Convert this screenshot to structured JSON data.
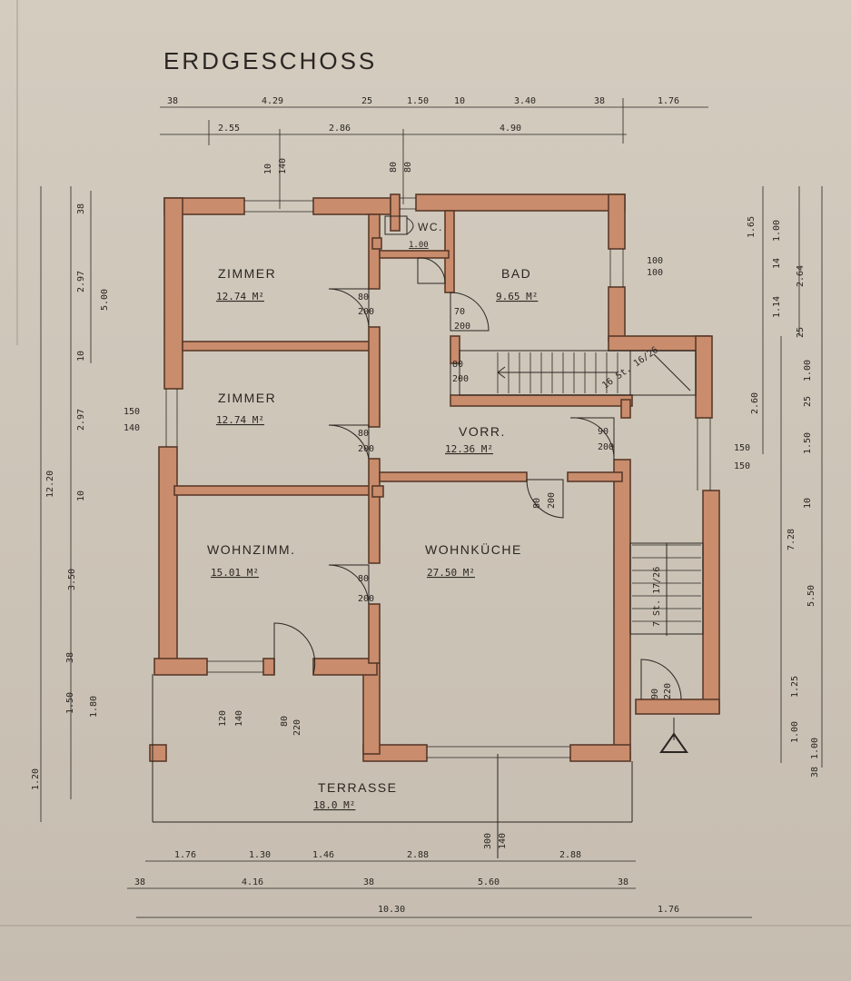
{
  "title": "ERDGESCHOSS",
  "rooms": [
    {
      "name": "ZIMMER",
      "area": "12.74 M²"
    },
    {
      "name": "ZIMMER",
      "area": "12.74 M²"
    },
    {
      "name": "WOHNZIMM.",
      "area": "15.01 M²"
    },
    {
      "name": "WOHNKÜCHE",
      "area": "27.50 M²"
    },
    {
      "name": "BAD",
      "area": "9.65 M²"
    },
    {
      "name": "VORR.",
      "area": "12.36 M²"
    },
    {
      "name": "WC.",
      "area": "1.00"
    },
    {
      "name": "TERRASSE",
      "area": "18.0 M²"
    }
  ],
  "doors": {
    "zimmer1": {
      "w": "80",
      "h": "200"
    },
    "zimmer2": {
      "w": "80",
      "h": "200"
    },
    "bad": {
      "w": "70",
      "h": "200"
    },
    "wohnzimm": {
      "w": "80",
      "h": "200"
    },
    "wohnkueche": {
      "w": "80",
      "h": "200"
    },
    "vorr_right": {
      "w": "90",
      "h": "200"
    },
    "stair_hall": {
      "w": "80",
      "h": "200"
    },
    "entrance": {
      "w": "90",
      "h": "220"
    },
    "terrace": {
      "w": "80",
      "h": "220"
    }
  },
  "windows": {
    "bad_side": {
      "w": "100",
      "h": "100"
    },
    "left_mid": {
      "w": "150",
      "h": "140"
    },
    "right_mid": {
      "w": "150",
      "h": "150"
    },
    "wohnzimm_bottom": {
      "w": "120",
      "h": "140"
    },
    "kueche_bottom": {
      "w": "300",
      "h": "140"
    }
  },
  "stairs": {
    "upper": "16 St. 16/26",
    "lower": "7 St. 17/26"
  },
  "top_dims_row1": [
    "38",
    "4.29",
    "25",
    "1.50",
    "10",
    "3.40",
    "38",
    "1.76"
  ],
  "top_dims_row2": [
    "2.55",
    "2.86",
    "4.90"
  ],
  "bottom_dims_row1": [
    "1.76",
    "1.30",
    "1.46",
    "2.88",
    "2.88"
  ],
  "bottom_dims_row2": [
    "38",
    "4.16",
    "38",
    "5.60",
    "38"
  ],
  "bottom_dims_row3": [
    "10.30",
    "1.76"
  ],
  "left_dims_inner": [
    "38",
    "2.97",
    "10",
    "2.97",
    "10",
    "3.50",
    "38"
  ],
  "left_dims_mid": [
    "5.00"
  ],
  "left_dims_outer": [
    "12.20",
    "1.50",
    "1.80",
    "1.20"
  ],
  "right_dims_inner": [
    "1.65",
    "1.00",
    "14",
    "2.64",
    "1.14",
    "25",
    "2.60"
  ],
  "right_dims_outer": [
    "1.00",
    "25",
    "1.50",
    "1.00",
    "10",
    "5.50",
    "1.25",
    "1.00",
    "38",
    "7.28"
  ],
  "top_window_marks": [
    "10",
    "140",
    "80",
    "80"
  ]
}
